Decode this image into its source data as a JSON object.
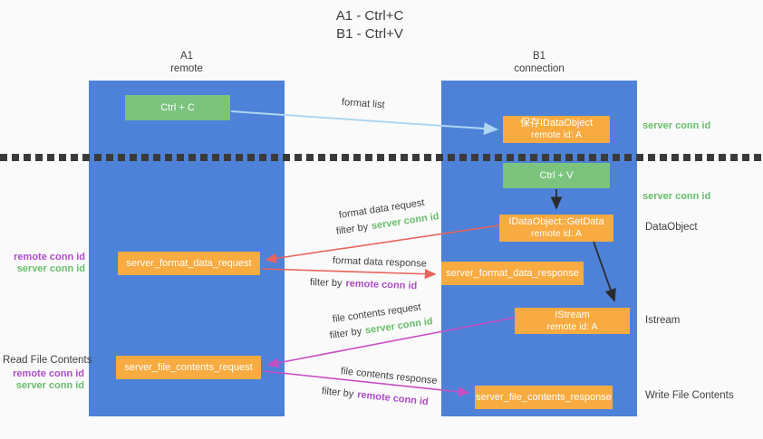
{
  "title": {
    "line1": "A1 - Ctrl+C",
    "line2": "B1 - Ctrl+V"
  },
  "lanes": {
    "a1": {
      "name": "A1",
      "subtitle": "remote"
    },
    "b1": {
      "name": "B1",
      "subtitle": "connection"
    }
  },
  "nodes": {
    "ctrl_c": {
      "label": "Ctrl + C"
    },
    "save_idataobject": {
      "line1": "保存IDataObject",
      "line2": "remote id: A"
    },
    "ctrl_v": {
      "label": "Ctrl + V"
    },
    "idataobject_getdata": {
      "line1": "IDataObject::GetData",
      "line2": "remote id: A"
    },
    "server_format_data_request": {
      "label": "server_format_data_request"
    },
    "server_format_data_response": {
      "label": "server_format_data_response"
    },
    "istream": {
      "line1": "IStream",
      "line2": "remote id: A"
    },
    "server_file_contents_request": {
      "label": "server_file_contents_request"
    },
    "server_file_contents_response": {
      "label": "server_file_contents_response"
    }
  },
  "arrow_labels": {
    "format_list": "format list",
    "format_data_request": "format data request",
    "format_data_response": "format data response",
    "file_contents_request": "file contents request",
    "file_contents_response": "file contents response",
    "filter_by": "filter by",
    "server_conn_id": "server conn id",
    "remote_conn_id": "remote conn id"
  },
  "annotations": {
    "right": {
      "server_conn_id_top": "server conn id",
      "server_conn_id_mid": "server conn id",
      "dataobject": "DataObject",
      "istream": "Istream",
      "write_file_contents": "Write File Contents"
    },
    "left": {
      "remote_conn_id_1": "remote conn id",
      "server_conn_id_1": "server conn id",
      "read_file_contents": "Read File Contents",
      "remote_conn_id_2": "remote conn id",
      "server_conn_id_2": "server conn id"
    }
  },
  "colors": {
    "background": "#fafafa",
    "lane_blue": "#4d82d8",
    "box_green": "#7cc47e",
    "box_orange": "#f8ab40",
    "arrow_light_blue": "#aed6f2",
    "arrow_black": "#2b2b2b",
    "arrow_red": "#e8645c",
    "arrow_magenta": "#c74fc4",
    "text_green": "#67bf6b",
    "text_purple": "#ae4bc8",
    "text_dark": "#3f3f3f",
    "dotted_line": "#3a3a3a"
  }
}
